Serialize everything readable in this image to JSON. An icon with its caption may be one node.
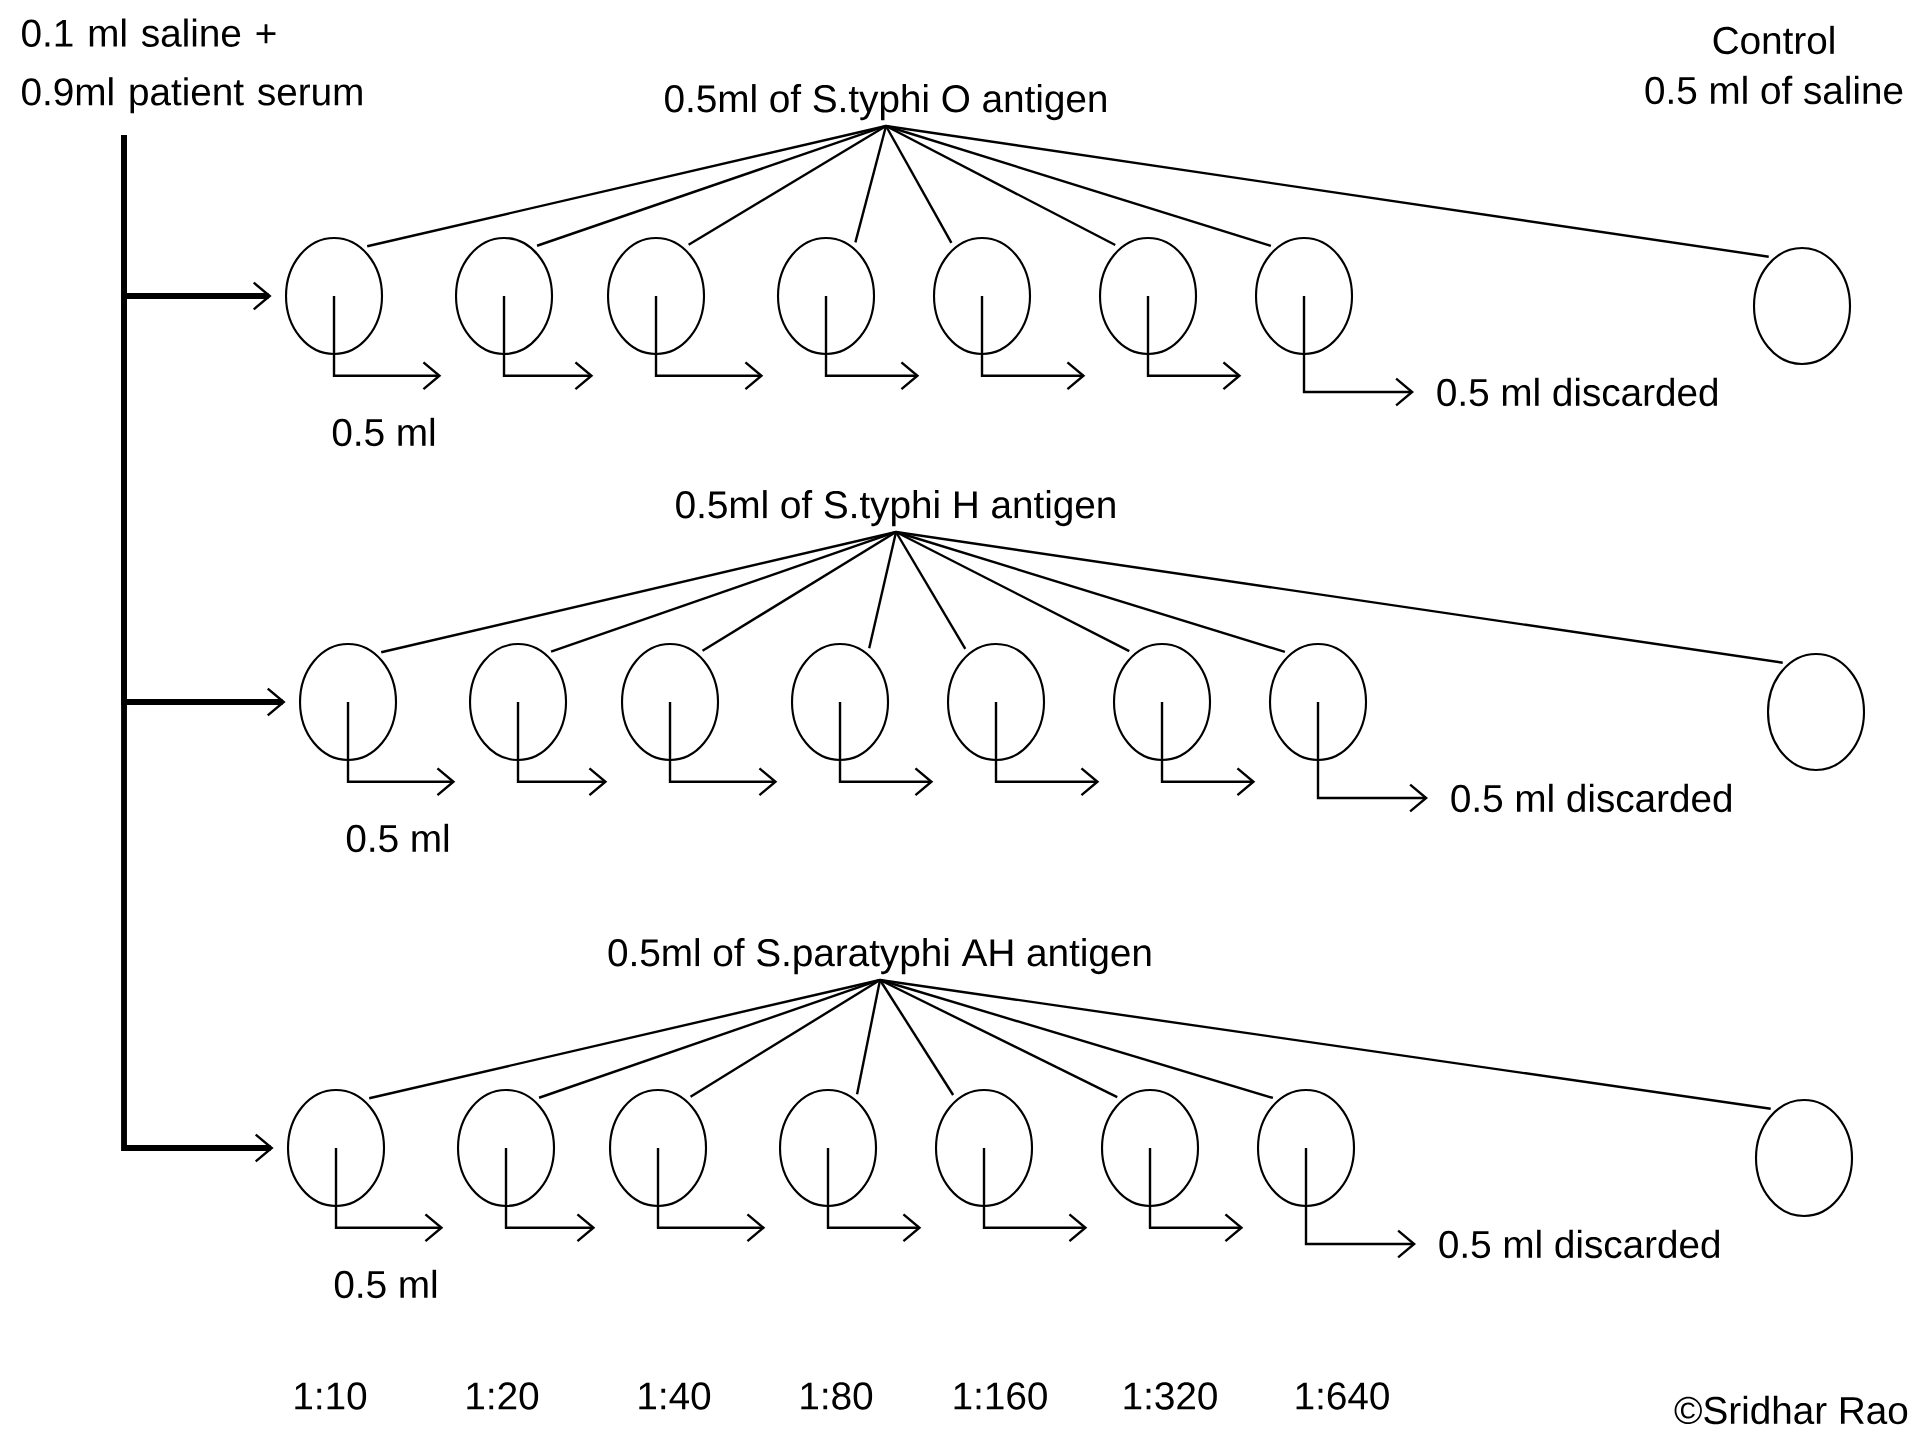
{
  "diagram": {
    "nodes": [
      {
        "text": [
          "0.1 ml saline + 0.9ml patient serum"
        ]
      },
      {
        "text": [
          "0.5ml of S.typhi O antigen"
        ]
      },
      {
        "text": [],
        "shape": "circle"
      },
      {
        "text": [],
        "shape": "circle"
      },
      {
        "text": [],
        "shape": "circle"
      },
      {
        "text": [],
        "shape": "circle"
      },
      {
        "text": [],
        "shape": "circle"
      },
      {
        "text": [],
        "shape": "circle"
      },
      {
        "text": [],
        "shape": "circle"
      },
      {
        "text": [],
        "shape": "circle",
        "beside": [
          "Control",
          "0.5 ml of saline"
        ]
      },
      {
        "text": [
          "0.5 ml discarded"
        ]
      },
      {
        "text": [
          "0.5ml of S.typhi H antigen"
        ]
      },
      {
        "text": [],
        "shape": "circle"
      },
      {
        "text": [],
        "shape": "circle"
      },
      {
        "text": [],
        "shape": "circle"
      },
      {
        "text": [],
        "shape": "circle"
      },
      {
        "text": [],
        "shape": "circle"
      },
      {
        "text": [],
        "shape": "circle"
      },
      {
        "text": [],
        "shape": "circle"
      },
      {
        "text": [],
        "shape": "circle"
      },
      {
        "text": [
          "0.5 ml discarded"
        ]
      },
      {
        "text": [
          "0.5ml of S.paratyphi AH antigen"
        ]
      },
      {
        "text": [],
        "shape": "circle"
      },
      {
        "text": [],
        "shape": "circle"
      },
      {
        "text": [],
        "shape": "circle"
      },
      {
        "text": [],
        "shape": "circle"
      },
      {
        "text": [],
        "shape": "circle"
      },
      {
        "text": [],
        "shape": "circle"
      },
      {
        "text": [],
        "shape": "circle"
      },
      {
        "text": [],
        "shape": "circle"
      },
      {
        "text": [
          "0.5 ml discarded"
        ]
      }
    ],
    "edges": [
      {
        "from": 0,
        "to": 2,
        "arrow": "to",
        "style": "thick"
      },
      {
        "from": 0,
        "to": 12,
        "arrow": "to",
        "style": "thick"
      },
      {
        "from": 0,
        "to": 22,
        "arrow": "to",
        "style": "thick"
      },
      {
        "from": 1,
        "to": 2,
        "arrow": "none"
      },
      {
        "from": 1,
        "to": 3,
        "arrow": "none"
      },
      {
        "from": 1,
        "to": 4,
        "arrow": "none"
      },
      {
        "from": 1,
        "to": 5,
        "arrow": "none"
      },
      {
        "from": 1,
        "to": 6,
        "arrow": "none"
      },
      {
        "from": 1,
        "to": 7,
        "arrow": "none"
      },
      {
        "from": 1,
        "to": 8,
        "arrow": "none"
      },
      {
        "from": 1,
        "to": 9,
        "arrow": "none"
      },
      {
        "from": 2,
        "to": 3,
        "arrow": "to",
        "label": "0.5 ml"
      },
      {
        "from": 3,
        "to": 4,
        "arrow": "to"
      },
      {
        "from": 4,
        "to": 5,
        "arrow": "to"
      },
      {
        "from": 5,
        "to": 6,
        "arrow": "to"
      },
      {
        "from": 6,
        "to": 7,
        "arrow": "to"
      },
      {
        "from": 7,
        "to": 8,
        "arrow": "to"
      },
      {
        "from": 8,
        "to": 10,
        "arrow": "to"
      },
      {
        "from": 11,
        "to": 12,
        "arrow": "none"
      },
      {
        "from": 11,
        "to": 13,
        "arrow": "none"
      },
      {
        "from": 11,
        "to": 14,
        "arrow": "none"
      },
      {
        "from": 11,
        "to": 15,
        "arrow": "none"
      },
      {
        "from": 11,
        "to": 16,
        "arrow": "none"
      },
      {
        "from": 11,
        "to": 17,
        "arrow": "none"
      },
      {
        "from": 11,
        "to": 18,
        "arrow": "none"
      },
      {
        "from": 11,
        "to": 19,
        "arrow": "none"
      },
      {
        "from": 12,
        "to": 13,
        "arrow": "to",
        "label": "0.5 ml"
      },
      {
        "from": 13,
        "to": 14,
        "arrow": "to"
      },
      {
        "from": 14,
        "to": 15,
        "arrow": "to"
      },
      {
        "from": 15,
        "to": 16,
        "arrow": "to"
      },
      {
        "from": 16,
        "to": 17,
        "arrow": "to"
      },
      {
        "from": 17,
        "to": 18,
        "arrow": "to"
      },
      {
        "from": 18,
        "to": 20,
        "arrow": "to"
      },
      {
        "from": 21,
        "to": 22,
        "arrow": "none"
      },
      {
        "from": 21,
        "to": 23,
        "arrow": "none"
      },
      {
        "from": 21,
        "to": 24,
        "arrow": "none"
      },
      {
        "from": 21,
        "to": 25,
        "arrow": "none"
      },
      {
        "from": 21,
        "to": 26,
        "arrow": "none"
      },
      {
        "from": 21,
        "to": 27,
        "arrow": "none"
      },
      {
        "from": 21,
        "to": 28,
        "arrow": "none"
      },
      {
        "from": 21,
        "to": 29,
        "arrow": "none"
      },
      {
        "from": 22,
        "to": 23,
        "arrow": "to",
        "label": "0.5 ml"
      },
      {
        "from": 23,
        "to": 24,
        "arrow": "to"
      },
      {
        "from": 24,
        "to": 25,
        "arrow": "to"
      },
      {
        "from": 25,
        "to": 26,
        "arrow": "to"
      },
      {
        "from": 26,
        "to": 27,
        "arrow": "to"
      },
      {
        "from": 27,
        "to": 28,
        "arrow": "to"
      },
      {
        "from": 28,
        "to": 30,
        "arrow": "to"
      }
    ],
    "labels": [
      "1:10",
      "1:20",
      "1:40",
      "1:80",
      "1:160",
      "1:320",
      "1:640",
      "©Sridhar Rao"
    ]
  }
}
